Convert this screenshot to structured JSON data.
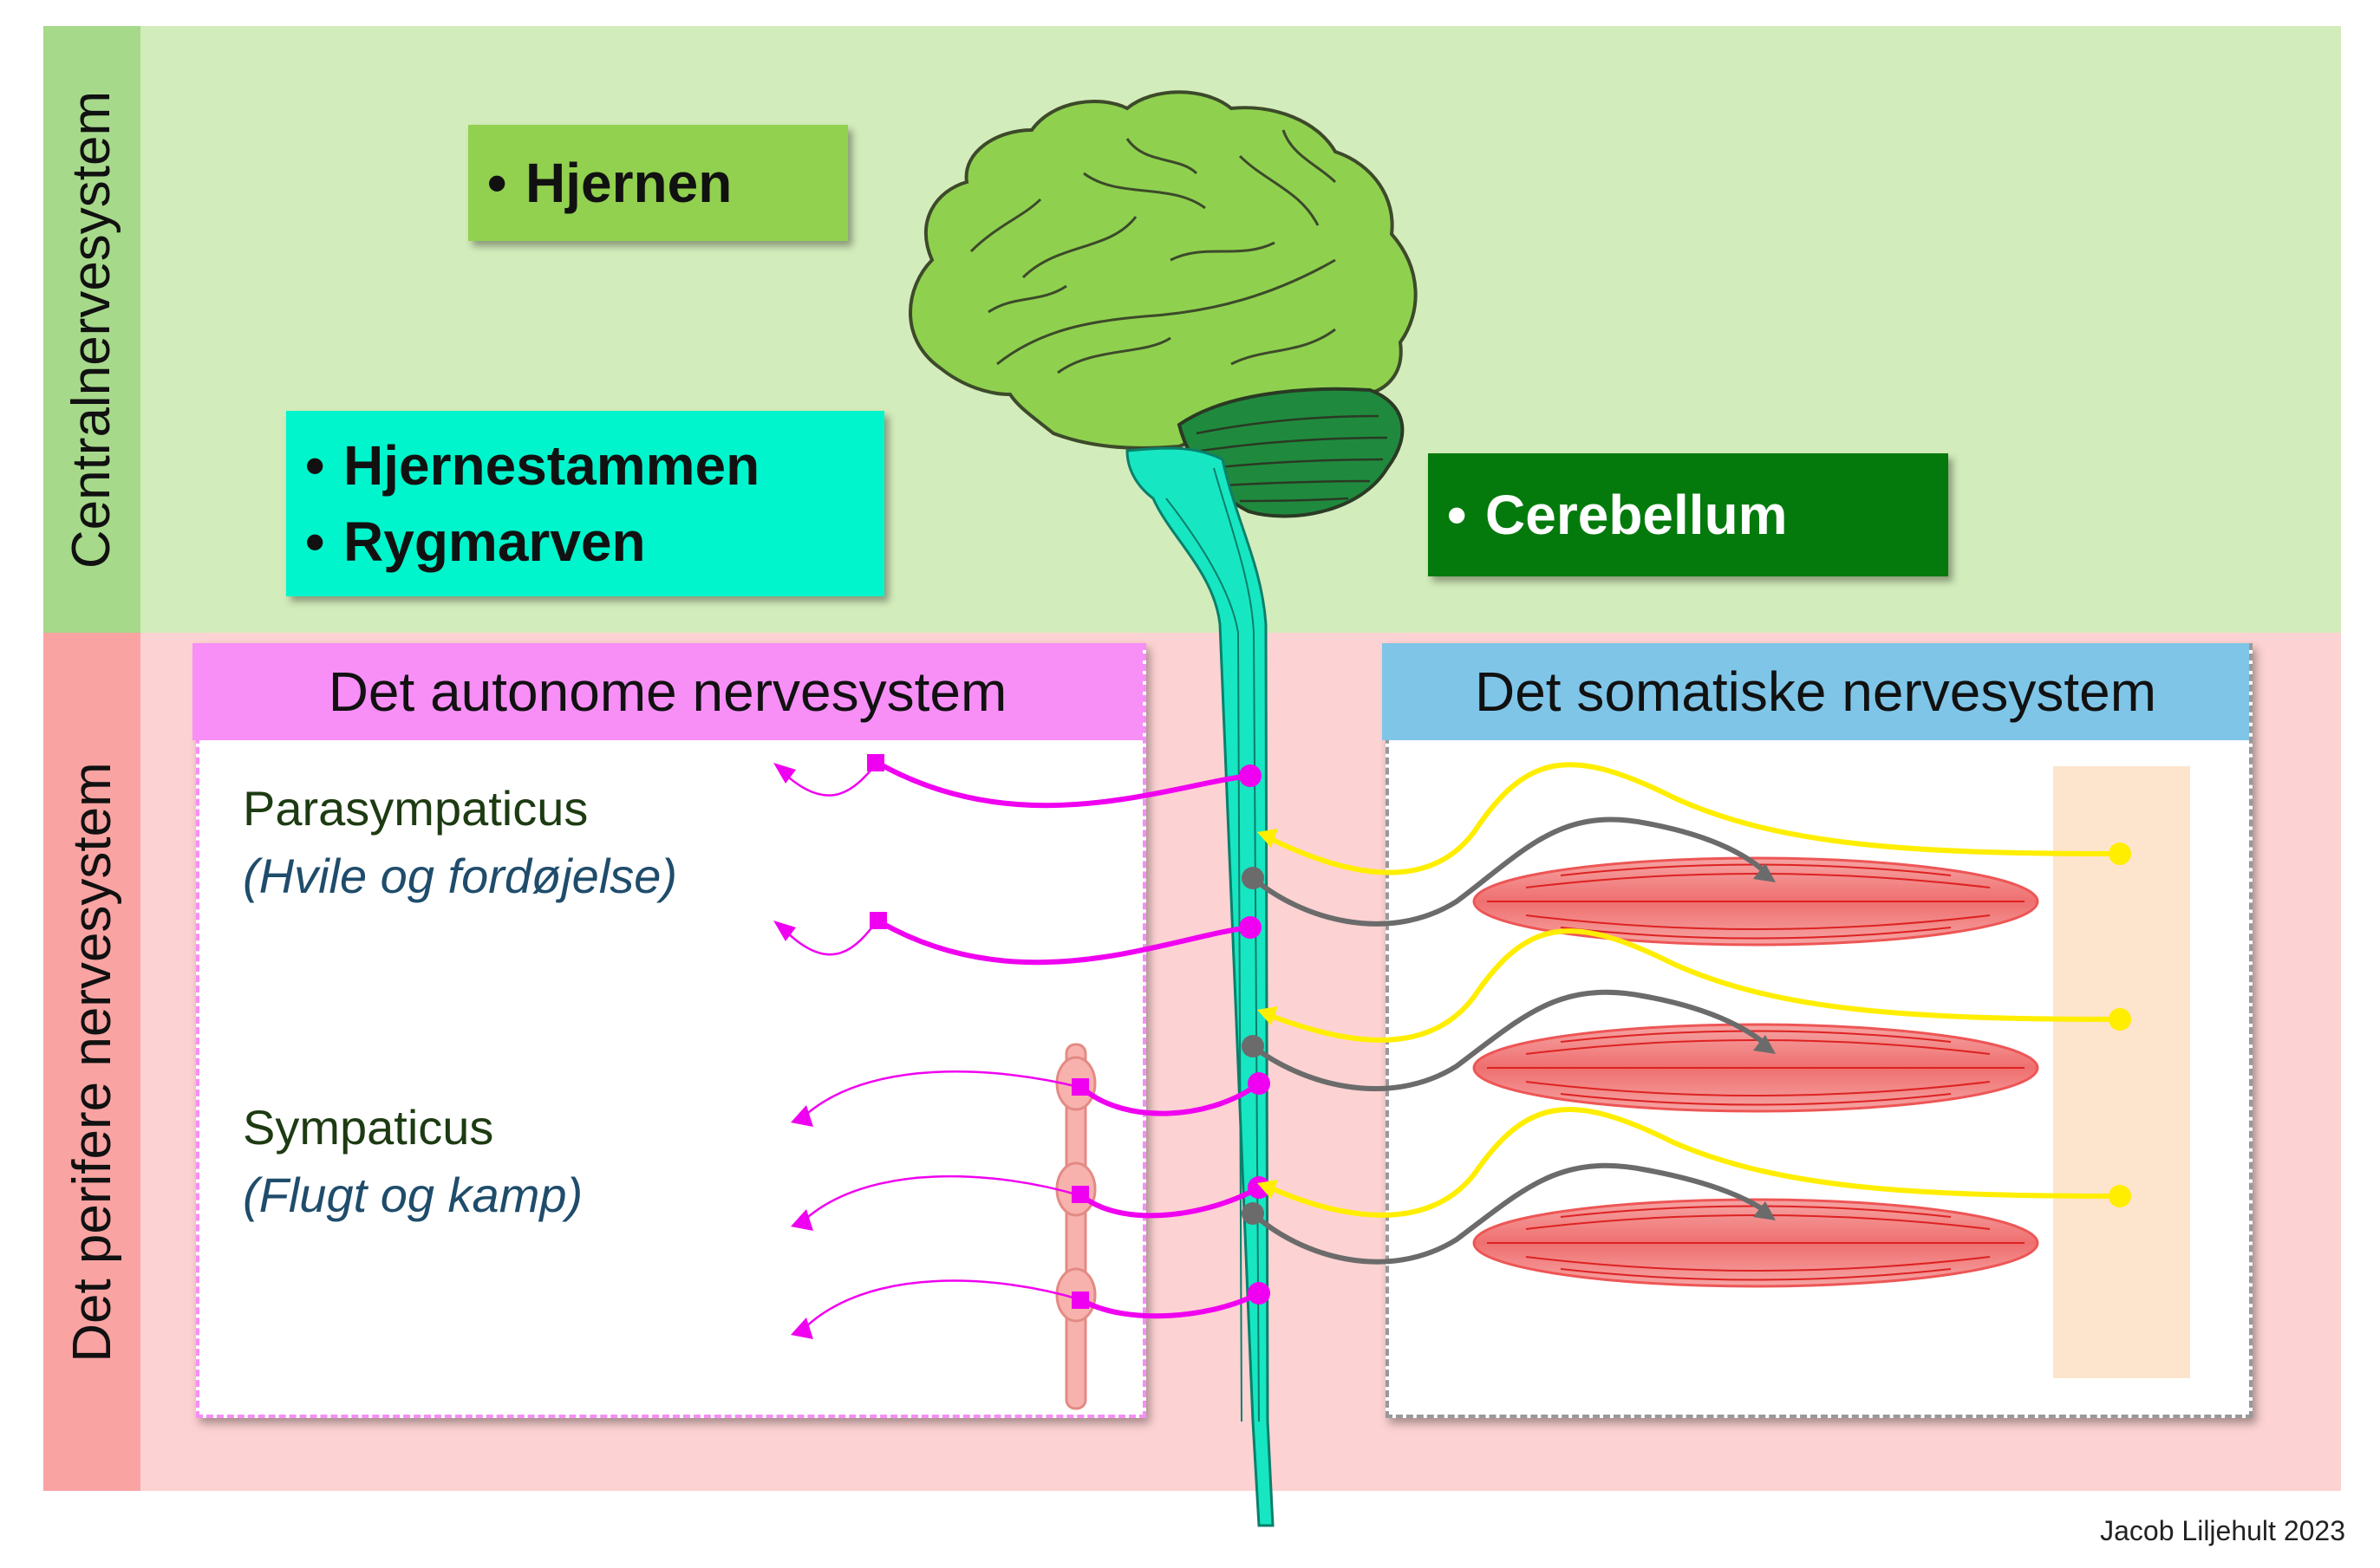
{
  "sections": {
    "cns_label": "Centralnervesystem",
    "pns_label": "Det perifere nervesystem"
  },
  "cns_boxes": {
    "brain": [
      "Hjernen"
    ],
    "stem": [
      "Hjernestammen",
      "Rygmarven"
    ],
    "cerebellum": [
      "Cerebellum"
    ]
  },
  "autonomic": {
    "title": "Det autonome nervesystem",
    "para_label": "Parasympaticus",
    "para_sub": "(Hvile og fordøjelse)",
    "symp_label": "Sympaticus",
    "symp_sub": "(Flugt og kamp)"
  },
  "somatic": {
    "title": "Det somatiske nervesystem"
  },
  "credit": "Jacob Liljehult 2023",
  "colors": {
    "cns_band": "#d3ecbb",
    "pns_band": "#fdd2d2",
    "brain": "#8fd14f",
    "cerebellum": "#1f8a3e",
    "spinal_cord": "#17e6c2",
    "autonomic_nerve": "#f000f0",
    "sensory_nerve": "#ffee00",
    "motor_nerve": "#6b6b6b",
    "muscle": "#ef6f6f"
  }
}
